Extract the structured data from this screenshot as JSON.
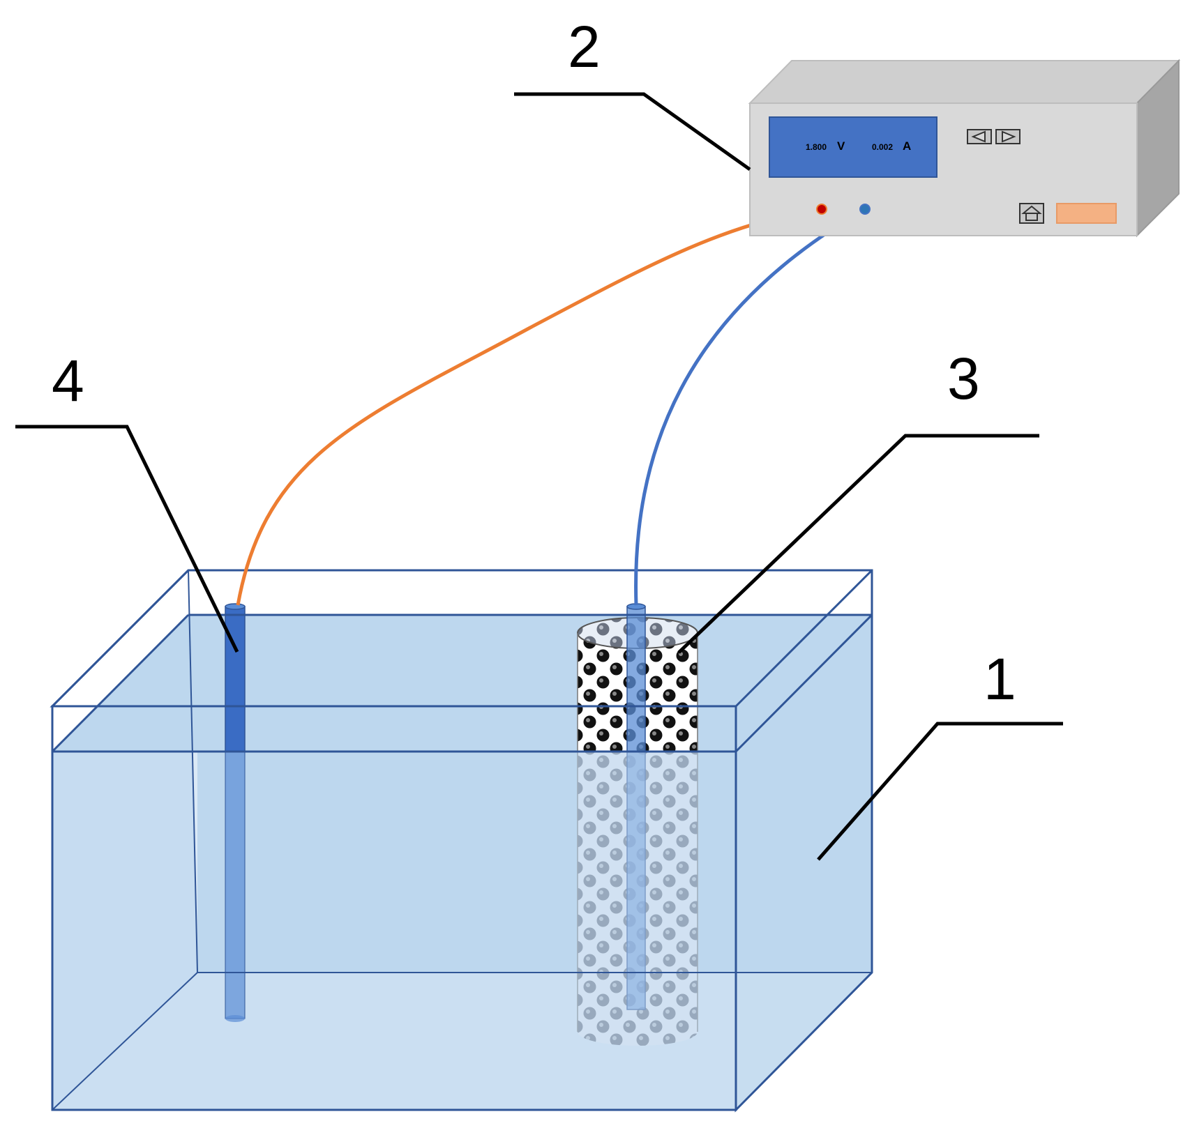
{
  "callouts": {
    "c1": "1",
    "c2": "2",
    "c3": "3",
    "c4": "4"
  },
  "power_supply": {
    "voltage_value": "1.800",
    "voltage_unit": "V",
    "current_value": "0.002",
    "current_unit": "A",
    "icons": [
      "arrow-left-icon",
      "arrow-right-icon",
      "home-icon"
    ]
  },
  "colors": {
    "water": "#bdd7ee",
    "tank_edge": "#2f5597",
    "positive_wire": "#ed7d31",
    "negative_wire": "#4472c4",
    "display_bg": "#4472c4",
    "device_body": "#d9d9d9",
    "orange_button": "#f4b183"
  }
}
